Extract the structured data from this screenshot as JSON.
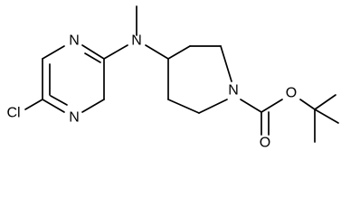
{
  "atoms": {
    "cl": "Cl",
    "n_pyrimidine_top": "N",
    "n_pyrimidine_bottom": "N",
    "n_amine": "N",
    "n_piperidine": "N",
    "o_ester": "O",
    "o_carbonyl": "O"
  },
  "colors": {
    "bond": "#000000",
    "label": "#000000",
    "background": "#ffffff"
  }
}
